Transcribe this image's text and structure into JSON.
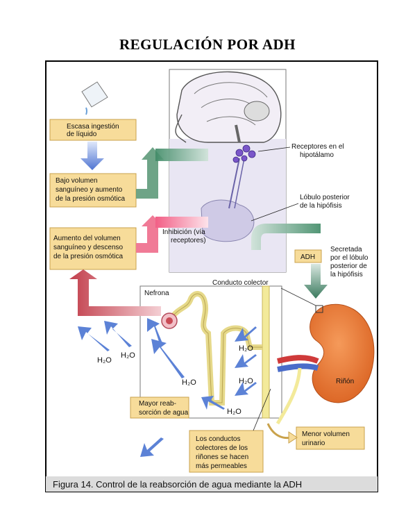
{
  "title": "REGULACIÓN POR ADH",
  "boxes": {
    "escasa": "Escasa ingestión de líquido",
    "bajo_volumen": "Bajo volumen sanguíneo y aumento de la presión osmótica",
    "aumento_volumen": "Aumento del volumen sanguíneo y descenso de la presión osmótica",
    "mayor_reabsorcion": "Mayor reab- sorción de agua",
    "conductos_colectores": "Los conductos colectores de los riñones se hacen más permeables",
    "menor_volumen": "Menor volumen urinario",
    "adh": "ADH"
  },
  "labels": {
    "receptores": "Receptores en el hipotálamo",
    "lobulo": "Lóbulo posterior de la hipófisis",
    "inhibicion": "Inhibición (vía receptores)",
    "secretada": "Secretada por el lóbulo posterior de la hipófisis",
    "conducto_colector": "Conducto colector",
    "nefrona": "Nefrona",
    "rinon": "Riñón",
    "h2o": "H2O"
  },
  "caption": "Figura 14. Control de la reabsorción de agua mediante la ADH",
  "colors": {
    "box_fill": "#f7dc9a",
    "box_stroke": "#c9a24c",
    "arrow_green": "#5e9a7a",
    "arrow_pink": "#f07a96",
    "arrow_red": "#c94b55",
    "arrow_blue": "#5c82d6",
    "kidney": "#e9732f",
    "brain_fill": "#d9d4ea",
    "frame": "#000000"
  }
}
